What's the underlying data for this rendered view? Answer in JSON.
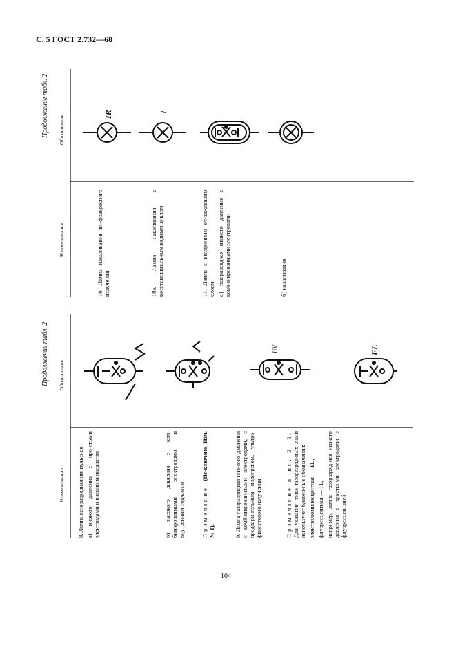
{
  "page": {
    "header": "С. 5 ГОСТ 2.732—68",
    "page_number": "104"
  },
  "left_table": {
    "caption": "Продолжение табл. 2",
    "col_name": "Наименование",
    "col_symbol": "Обозначение",
    "rows": [
      {
        "title": "8. Лампа газоразрядная им-пульсная:",
        "a": "а) низкого давления с про-стыми электродами и внешним поджигом",
        "b": "б) высокого давления с ком-бинированными электродами и внутренним поджигом"
      }
    ],
    "note1_label": "Примечание.",
    "note1_text": "(Ис-ключено, Изм. № 1).",
    "row9": "9. Лампа газоразрядная низ-кого давления с комбинирован-ными электродами, с предвари-тельным подогревом, ультра-фиолетового излучения",
    "row9_symbol_label": "UV",
    "note2_label": "Примечание к пп. 3—9.",
    "note2_text": "Для указания типа газоразряд-ных ламп используют буквен-ные обозначения:",
    "note2_el": "электролюминесцентная — EL,",
    "note2_fl": "флуоресцентная — FL,",
    "note2_example": "например, лампа газоразряд-ная низкого давления с просты-ми электродами с флуоресцен-цией",
    "example_symbol_label": "FL"
  },
  "right_table": {
    "caption": "Продолжение табл. 2",
    "col_name": "Наименование",
    "col_symbol": "Обозначение",
    "row10": "10. Лампа накаливания ин-фракрасного излучения",
    "row10_symbol_label": "IR",
    "row10a": "10а. Лампа накаливания с восстановительным водным циклом",
    "row10a_symbol_label": "I",
    "row11": "11. Лампа с внутренним от-ражающим слоем:",
    "row11a": "а) газоразрядная низкого давления с комбинированными электродами",
    "row11b": "б) накаливания"
  }
}
